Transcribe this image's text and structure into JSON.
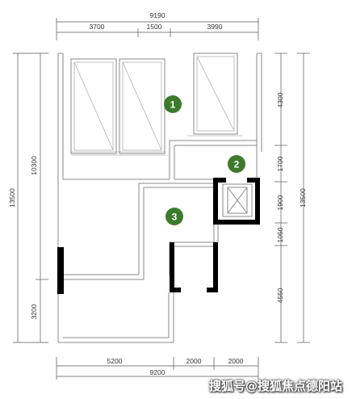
{
  "dimensions": {
    "top_total": "9190",
    "top_segments": [
      "3700",
      "1500",
      "3990"
    ],
    "bottom_total": "9200",
    "bottom_segments": [
      "5200",
      "2000",
      "2000"
    ],
    "left_total": "13500",
    "left_segments": [
      "10300",
      "3200"
    ],
    "right_total": "13500",
    "right_segments": [
      "4300",
      "1700",
      "1900",
      "1050",
      "4550"
    ]
  },
  "markers": [
    "1",
    "2",
    "3"
  ],
  "colors": {
    "marker_fill": "#3d7a2c",
    "wall": "#8a8a8a",
    "heavy_wall": "#000000"
  },
  "watermark": "搜狐号@搜狐焦点德阳站"
}
